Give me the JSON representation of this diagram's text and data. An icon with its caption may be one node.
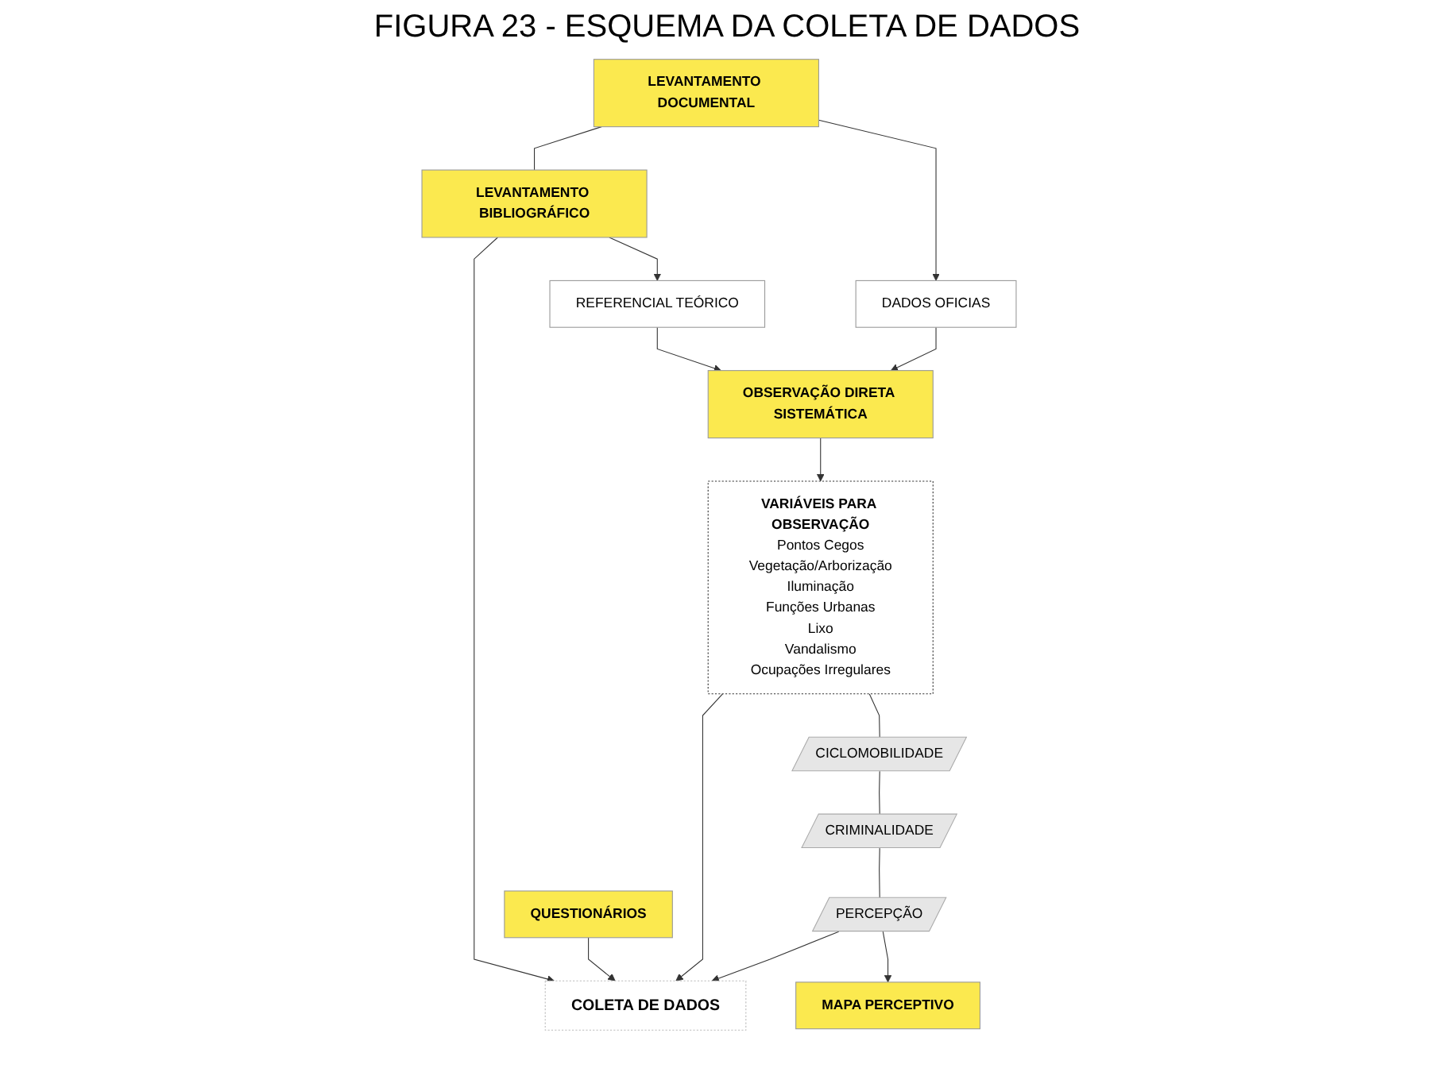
{
  "diagram": {
    "title": "FIGURA 23 - ESQUEMA DA COLETA DE DADOS",
    "nodes": [
      {
        "text": [
          "LEVANTAMENTO DOCUMENTAL"
        ]
      },
      {
        "text": [
          "LEVANTAMENTO BIBLIOGRÁFICO"
        ]
      },
      {
        "text": [
          "COLETA DE DADOS"
        ]
      },
      {
        "text": [
          "DADOS OFICIAS"
        ]
      },
      {
        "text": [
          "REFERENCIAL TEÓRICO"
        ]
      },
      {
        "text": [
          "OBSERVAÇÃO DIRETA SISTEMÁTICA"
        ]
      },
      {
        "text": [
          "VARIÁVEIS PARA OBSERVAÇÃO",
          "Pontos Cegos",
          "Vegetação/Arborização",
          "Iluminação",
          "Funções Urbanas",
          "Lixo",
          "Vandalismo",
          "Ocupações Irregulares"
        ]
      },
      {
        "text": [
          "CICLOMOBILIDADE"
        ]
      },
      {
        "text": [
          "CRIMINALIDADE"
        ]
      },
      {
        "text": [
          "PERCEPÇÃO"
        ]
      },
      {
        "text": [
          "QUESTIONÁRIOS"
        ]
      },
      {
        "text": [
          "MAPA PERCEPTIVO"
        ]
      }
    ],
    "edges": [
      {
        "from": 0,
        "to": 1,
        "arrow": "none"
      },
      {
        "from": 1,
        "to": 2,
        "arrow": "to"
      },
      {
        "from": 0,
        "to": 3,
        "arrow": "to"
      },
      {
        "from": 1,
        "to": 4,
        "arrow": "to"
      },
      {
        "from": 3,
        "to": 5,
        "arrow": "to"
      },
      {
        "from": 4,
        "to": 5,
        "arrow": "to"
      },
      {
        "from": 5,
        "to": 6,
        "arrow": "to"
      },
      {
        "from": 6,
        "to": 2,
        "arrow": "to"
      },
      {
        "from": 6,
        "to": 7,
        "arrow": "none"
      },
      {
        "from": 7,
        "to": 8,
        "arrow": "none"
      },
      {
        "from": 8,
        "to": 9,
        "arrow": "none"
      },
      {
        "from": 9,
        "to": 2,
        "arrow": "to"
      },
      {
        "from": 9,
        "to": 11,
        "arrow": "to"
      },
      {
        "from": 10,
        "to": 2,
        "arrow": "to"
      }
    ]
  }
}
